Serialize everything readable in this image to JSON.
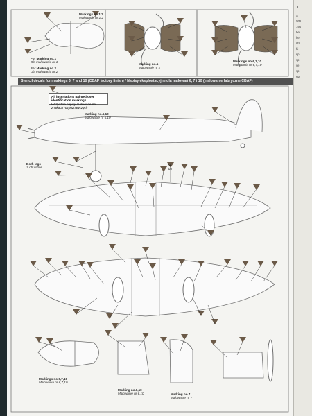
{
  "banner": {
    "title": "Stencil decals for markings 6, 7 and 10 (CBAF factory finish)",
    "subtitle": "/ Napisy eksploatacyjne dla malowań 6, 7 i 10 (malowanie fabryczne CBAF)"
  },
  "note": {
    "line1": "All inscriptions painted over identification markings",
    "line2": "Wszystkie napisy malowane na znakach rozpoznawczych"
  },
  "top_labels": [
    {
      "title": "Markings no.1,2",
      "subtitle": "Malowania nr 1,2"
    },
    {
      "title": "For Marking no.1",
      "subtitle": "Dla malowania nr 1"
    },
    {
      "title": "For Marking no.2",
      "subtitle": "Dla malowania nr 2"
    },
    {
      "title": "Marking no.1",
      "subtitle": "Malowanie nr 1"
    },
    {
      "title": "Markings no.6,7,10",
      "subtitle": "Malowania nr 6,7,10"
    }
  ],
  "main_labels": [
    {
      "title": "Marking no.6,10",
      "subtitle": "Malowanie nr 6,10"
    },
    {
      "title": "Both legs",
      "subtitle": "Z obu stron"
    },
    {
      "title": "or",
      "subtitle": "lub"
    }
  ],
  "bottom_labels": [
    {
      "title": "Markings no.6,7,10",
      "subtitle": "Malowania nr 6,7,10"
    },
    {
      "title": "Marking no.6,10",
      "subtitle": "Malowanie nr 6,10"
    },
    {
      "title": "Marking no.7",
      "subtitle": "Malowanie nr 7"
    }
  ],
  "right_page": {
    "number": "1",
    "lines": [
      "S",
      "WR",
      "194",
      "bel",
      "he",
      "OS",
      "hi",
      "sp",
      "sp",
      "ve",
      "sp",
      "sta"
    ]
  },
  "colors": {
    "page": "#f4f4f1",
    "banner": "#515151",
    "marker_triangle": "#6b5a48",
    "line_art": "#6f6f6f",
    "background": "#1f2a2c"
  }
}
